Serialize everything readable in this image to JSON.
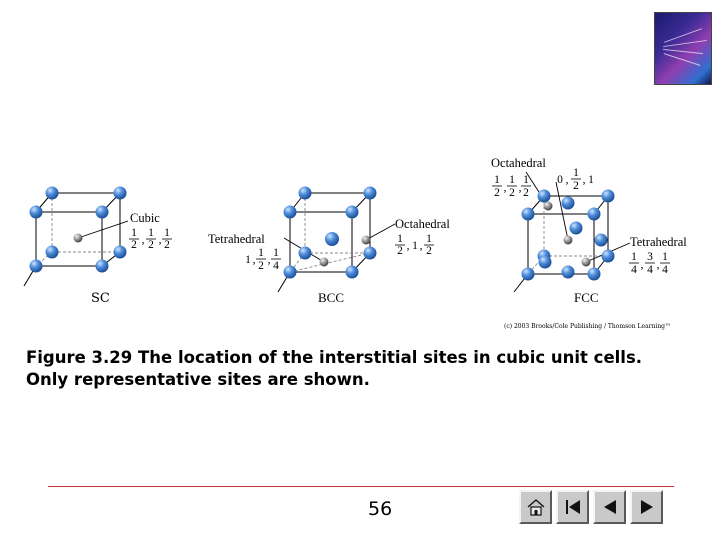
{
  "figure": {
    "sc": {
      "crystal_label": "SC",
      "site_name": "Cubic",
      "coordinates": [
        {
          "num": "1",
          "den": "2"
        },
        {
          "num": "1",
          "den": "2"
        },
        {
          "num": "1",
          "den": "2"
        }
      ]
    },
    "bcc": {
      "crystal_label": "BCC",
      "tetra_name": "Tetrahedral",
      "tetra_coords": [
        {
          "whole": "1"
        },
        {
          "num": "1",
          "den": "2"
        },
        {
          "num": "1",
          "den": "4"
        }
      ],
      "octa_name": "Octahedral",
      "octa_coords": [
        {
          "num": "1",
          "den": "2"
        },
        {
          "whole": "1"
        },
        {
          "num": "1",
          "den": "2"
        }
      ]
    },
    "fcc": {
      "crystal_label": "FCC",
      "octa_name": "Octahedral",
      "octa_coords_1": [
        {
          "num": "1",
          "den": "2"
        },
        {
          "num": "1",
          "den": "2"
        },
        {
          "num": "1",
          "den": "2"
        }
      ],
      "octa_coords_2": [
        {
          "whole": "0"
        },
        {
          "num": "1",
          "den": "2"
        },
        {
          "whole": "1"
        }
      ],
      "tetra_name": "Tetrahedral",
      "tetra_coords": [
        {
          "num": "1",
          "den": "4"
        },
        {
          "num": "3",
          "den": "4"
        },
        {
          "num": "1",
          "den": "4"
        }
      ]
    }
  },
  "copyright": "(c) 2003 Brooks/Cole Publishing / Thomson Learning™",
  "caption": {
    "line1": "Figure 3.29 The location of the interstitial sites in cubic unit cells.",
    "line2": "Only representative sites are shown."
  },
  "page_number": "56",
  "nav_icons": [
    "home-icon",
    "first-icon",
    "previous-icon",
    "next-icon"
  ],
  "colors": {
    "atom": "#3d7fd0",
    "interstitial": "#8a8a8a",
    "divider": "#cc3333",
    "nav_button": "#c9c9c9"
  }
}
